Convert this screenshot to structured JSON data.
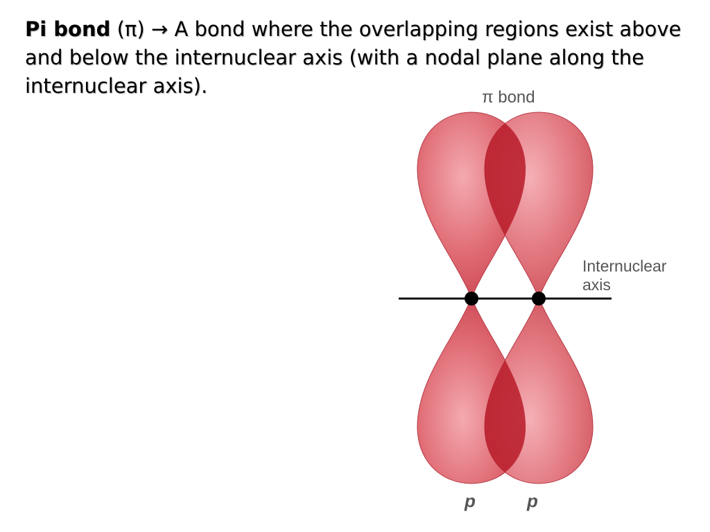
{
  "definition": {
    "term": "Pi bond",
    "symbol": "(π)",
    "arrow": "→",
    "text": "A bond where the overlapping regions exist above and below the internuclear axis (with a nodal plane along the internuclear axis)."
  },
  "diagram": {
    "title": "π bond",
    "axis_label_line1": "Internuclear",
    "axis_label_line2": "axis",
    "orbital_left_label": "p",
    "orbital_right_label": "p",
    "colors": {
      "lobe": "#d9535d",
      "lobe_light": "#f4aab0",
      "overlap": "#b81c2a",
      "axis": "#111111",
      "nucleus": "#000000"
    }
  }
}
